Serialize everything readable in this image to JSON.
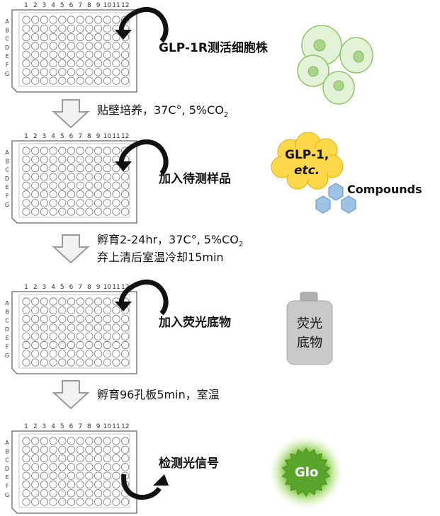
{
  "plate": {
    "columns": [
      "1",
      "2",
      "3",
      "4",
      "5",
      "6",
      "7",
      "8",
      "9",
      "10",
      "11",
      "12"
    ],
    "rows": [
      "A",
      "B",
      "C",
      "D",
      "E",
      "F",
      "G"
    ]
  },
  "steps": [
    {
      "label": "GLP-1R测活细胞株"
    },
    {
      "label": "加入待测样品"
    },
    {
      "label": "加入荧光底物"
    },
    {
      "label": "检测光信号"
    }
  ],
  "transitions": [
    {
      "line1": "贴壁培养，37C°, 5%CO",
      "line1_sub": "2"
    },
    {
      "line1": "孵育2-24hr，37C°, 5%CO",
      "line1_sub": "2",
      "line2": "弃上清后室温冷却15min"
    },
    {
      "line1": "孵育96孔板5min，室温"
    }
  ],
  "sample_cloud": {
    "line1": "GLP-1,",
    "line2": "etc."
  },
  "compounds_label": "Compounds",
  "bottle": {
    "line1": "荧光",
    "line2": "底物"
  },
  "glo_label": "Glo",
  "colors": {
    "cell_fill": "#e2f2d6",
    "cell_stroke": "#8cc56b",
    "nucleus": "#a9d58a",
    "cloud": "#ffd84a",
    "hexagon": "#9dc3e6",
    "bottle": "#c9c9c9",
    "glo_star": "#5aa52c",
    "arrow_fill": "#f2f2f2",
    "arrow_stroke": "#9a9a9a"
  }
}
